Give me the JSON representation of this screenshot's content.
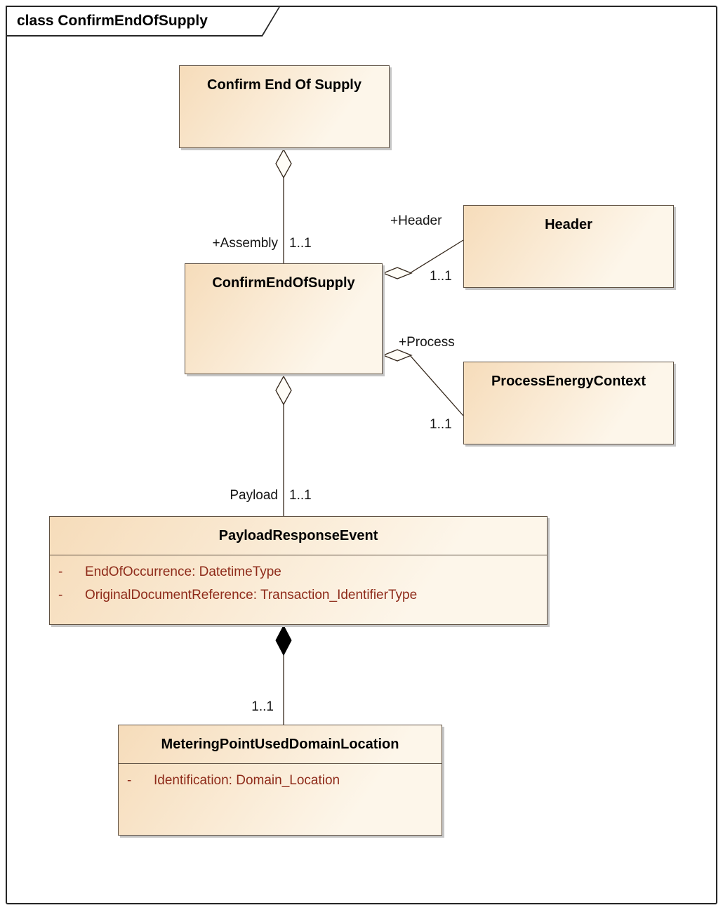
{
  "frame": {
    "title": "class ConfirmEndOfSupply"
  },
  "classes": {
    "confirm_end_of_supply_root": {
      "name": "Confirm End Of Supply"
    },
    "confirm_end_of_supply": {
      "name": "ConfirmEndOfSupply"
    },
    "header": {
      "name": "Header"
    },
    "process_energy_context": {
      "name": "ProcessEnergyContext"
    },
    "payload_response_event": {
      "name": "PayloadResponseEvent",
      "attributes": [
        {
          "visibility": "-",
          "text": "EndOfOccurrence: DatetimeType"
        },
        {
          "visibility": "-",
          "text": "OriginalDocumentReference: Transaction_IdentifierType"
        }
      ]
    },
    "metering_point_used_domain_location": {
      "name": "MeteringPointUsedDomainLocation",
      "attributes": [
        {
          "visibility": "-",
          "text": "Identification: Domain_Location"
        }
      ]
    }
  },
  "connectors": {
    "assembly": {
      "role": "+Assembly",
      "multiplicity": "1..1",
      "type": "aggregation"
    },
    "header": {
      "role": "+Header",
      "multiplicity": "1..1",
      "type": "aggregation"
    },
    "process": {
      "role": "+Process",
      "multiplicity": "1..1",
      "type": "aggregation"
    },
    "payload": {
      "role": "Payload",
      "multiplicity": "1..1",
      "type": "aggregation"
    },
    "metering_location": {
      "multiplicity": "1..1",
      "type": "composition"
    }
  },
  "colors": {
    "box_fill_light": "#fdf6ea",
    "box_fill_dark": "#f6dcba",
    "box_border": "#5f5143",
    "attribute_text": "#8e2a19",
    "line_color": "#35281c",
    "frame_border": "#262626",
    "shadow": "#c6c6c6"
  }
}
